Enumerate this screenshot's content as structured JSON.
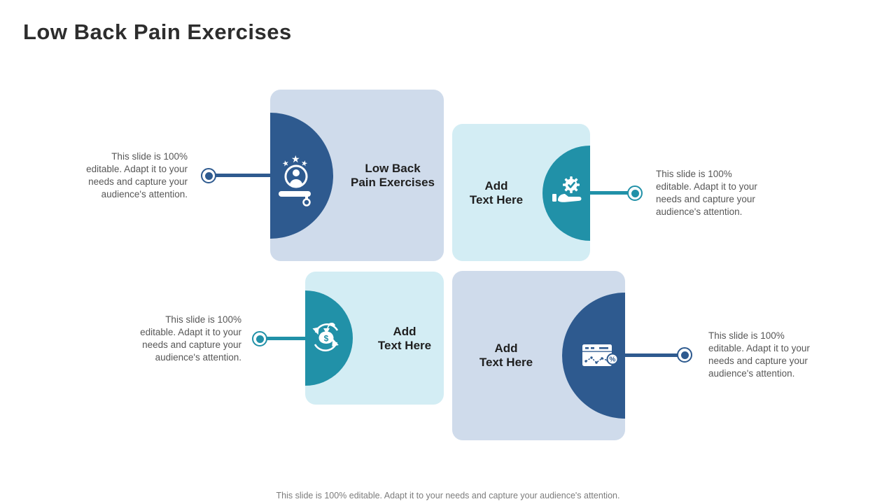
{
  "title": "Low Back Pain Exercises",
  "footer": "This slide is 100% editable. Adapt it to your needs and capture your audience's attention.",
  "cards": [
    {
      "label": "Low Back\nPain Exercises",
      "icon": "person-stars-badge-icon",
      "accent": "#2e5a8f",
      "fill": "#cfdbeb"
    },
    {
      "label": "Add\nText Here",
      "icon": "hand-gear-check-icon",
      "accent": "#2191a8",
      "fill": "#d3edf4"
    },
    {
      "label": "Add\nText Here",
      "icon": "money-growth-cycle-icon",
      "accent": "#2191a8",
      "fill": "#d3edf4"
    },
    {
      "label": "Add\nText Here",
      "icon": "web-analytics-percent-icon",
      "accent": "#2e5a8f",
      "fill": "#cfdbeb"
    }
  ],
  "annotations": [
    {
      "text": "This slide is 100%\neditable. Adapt it to your\nneeds and capture your\naudience's attention."
    },
    {
      "text": "This slide is 100%\neditable. Adapt it to your\nneeds and capture your\naudience's attention."
    },
    {
      "text": "This slide is 100%\neditable. Adapt it to your\nneeds and capture your\naudience's attention."
    },
    {
      "text": "This slide is 100%\neditable. Adapt it to your\nneeds and capture your\naudience's attention."
    }
  ],
  "colors": {
    "dark_blue": "#2e5a8f",
    "teal": "#2191a8",
    "card_periwinkle": "#cfdbeb",
    "card_cyan": "#d3edf4",
    "title_text": "#2d2d2d",
    "label_text": "#1f1f1f",
    "annotation_text": "#575757",
    "footer_text": "#7c7c7c"
  }
}
